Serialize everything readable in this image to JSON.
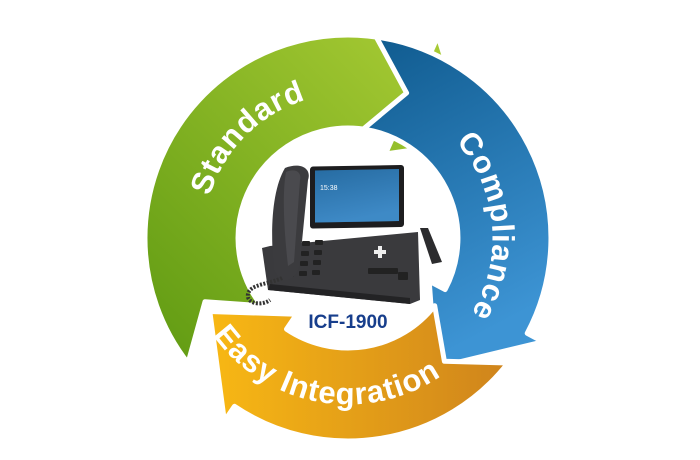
{
  "cycle": {
    "steps": [
      {
        "label": "Standard",
        "color_start": "#5f9a12",
        "color_end": "#acce36"
      },
      {
        "label": "Compliance",
        "color_start": "#0f5a8e",
        "color_end": "#3d94d4"
      },
      {
        "label": "Easy Integration",
        "color_start": "#f8b814",
        "color_end": "#cf841c"
      }
    ]
  },
  "center": {
    "model": "ICF-1900",
    "screen_time": "15:38",
    "model_color": "#173e8c"
  }
}
